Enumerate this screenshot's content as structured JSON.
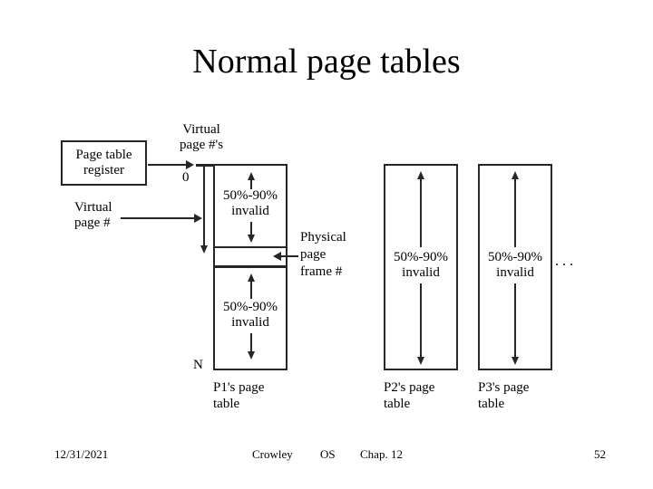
{
  "colors": {
    "background": "#ffffff",
    "line": "#262626",
    "text": "#000000"
  },
  "title": "Normal page tables",
  "diagram": {
    "register": {
      "line1": "Page table",
      "line2": "register"
    },
    "virtual_page_nums": {
      "line1": "Virtual",
      "line2": "page #'s"
    },
    "virtual_page_num": {
      "line1": "Virtual",
      "line2": "page #"
    },
    "physical_frame": {
      "line1": "Physical",
      "line2": "page",
      "line3": "frame #"
    },
    "index_top": "0",
    "index_bottom": "N",
    "invalid": {
      "line1": "50%-90%",
      "line2": "invalid"
    },
    "ellipsis": ". . .",
    "tables": [
      {
        "caption_line1": "P1's page",
        "caption_line2": "table"
      },
      {
        "caption_line1": "P2's page",
        "caption_line2": "table"
      },
      {
        "caption_line1": "P3's page",
        "caption_line2": "table"
      }
    ]
  },
  "footer": {
    "date": "12/31/2021",
    "author": "Crowley",
    "course": "OS",
    "chapter": "Chap. 12",
    "slide_number": "52"
  }
}
